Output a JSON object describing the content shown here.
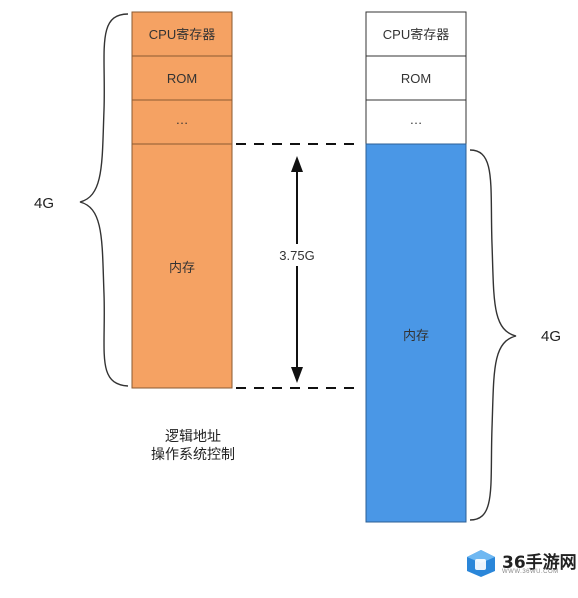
{
  "left_column": {
    "cells": [
      "CPU寄存器",
      "ROM",
      "…"
    ],
    "memory_label": "内存",
    "fill_color": "#F5A263"
  },
  "right_column": {
    "cells": [
      "CPU寄存器",
      "ROM",
      "…"
    ],
    "memory_label": "内存",
    "fill_color": "#4A97E6"
  },
  "left_brace_label": "4G",
  "right_brace_label": "4G",
  "arrow_label": "3.75G",
  "caption": {
    "line1": "逻辑地址",
    "line2": "操作系统控制"
  },
  "watermark": {
    "text": "36手游网",
    "sub": "WWW.36WU.COM"
  }
}
